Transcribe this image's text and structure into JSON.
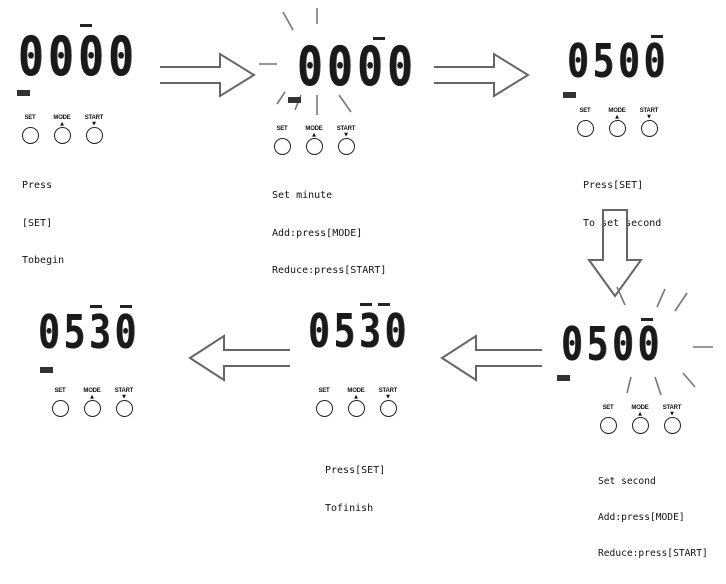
{
  "buttons": {
    "set": "SET",
    "mode": "MODE",
    "start": "START"
  },
  "steps": [
    {
      "digits": "0000",
      "caption": [
        "Press",
        "[SET]",
        "Tobegin"
      ]
    },
    {
      "digits": "0000",
      "caption": [
        "Set minute",
        "Add:press[MODE]",
        "Reduce:press[START]"
      ]
    },
    {
      "digits": "0500",
      "caption": [
        "Press[SET]",
        "To set second"
      ]
    },
    {
      "digits": "0500",
      "caption": [
        "Set second",
        "Add:press[MODE]",
        "Reduce:press[START]"
      ]
    },
    {
      "digits": "0530",
      "caption": [
        "Press[SET]",
        "Tofinish"
      ]
    },
    {
      "digits": "0530",
      "caption": []
    }
  ],
  "icons": [
    "right-arrow-icon",
    "down-arrow-icon",
    "left-arrow-icon",
    "flash-rays-icon"
  ]
}
